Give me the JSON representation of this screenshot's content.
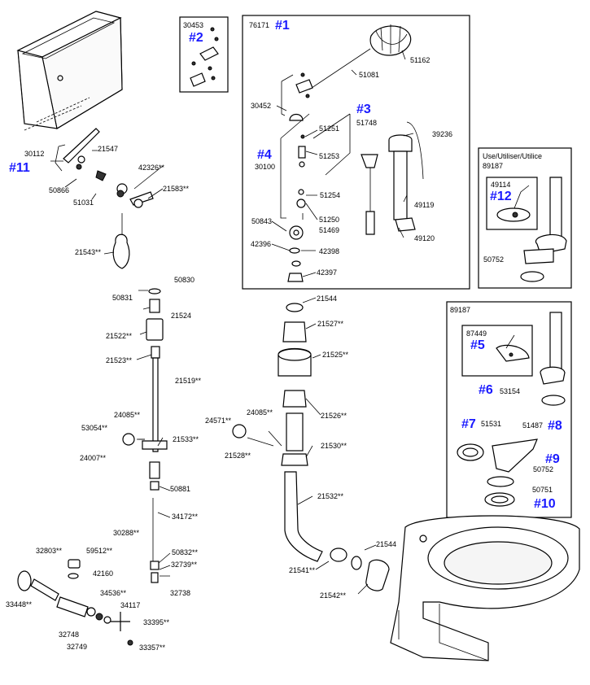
{
  "boxes": {
    "box_2": {
      "number": "30453",
      "callout": "#2"
    },
    "box_1": {
      "number": "76171",
      "callout": "#1"
    },
    "box_12": {
      "title": "Use/Utiliser/Utilice",
      "number": "89187",
      "inner_number": "49114",
      "callout": "#12"
    },
    "box_bottom": {
      "number": "89187",
      "inner_number": "87449",
      "callout": "#5"
    }
  },
  "callouts": {
    "c1": "#1",
    "c2": "#2",
    "c3": "#3",
    "c4": "#4",
    "c5": "#5",
    "c6": "#6",
    "c7": "#7",
    "c8": "#8",
    "c9": "#9",
    "c10": "#10",
    "c11": "#11",
    "c12": "#12"
  },
  "part_labels": [
    "30112",
    "21547",
    "50866",
    "51031",
    "42326**",
    "21583**",
    "21543**",
    "50831",
    "50830",
    "21524",
    "21522**",
    "21523**",
    "21519**",
    "24085**",
    "53054**",
    "24007**",
    "21533**",
    "50881",
    "34172**",
    "30288**",
    "50832**",
    "32739**",
    "32738",
    "32803**",
    "59512**",
    "42160",
    "33448**",
    "34536**",
    "34117",
    "32748",
    "32749",
    "33395**",
    "33357**",
    "51162",
    "51081",
    "30452",
    "51748",
    "51251",
    "51253",
    "30100",
    "39236",
    "51254",
    "50843",
    "51250",
    "51469",
    "49119",
    "49120",
    "42396",
    "42398",
    "42397",
    "21544",
    "21527**",
    "21525**",
    "21526**",
    "24571**",
    "24085**",
    "21528**",
    "21530**",
    "21532**",
    "21541**",
    "21544",
    "21542**",
    "50752",
    "53154",
    "51531",
    "51487",
    "50752",
    "50751"
  ]
}
